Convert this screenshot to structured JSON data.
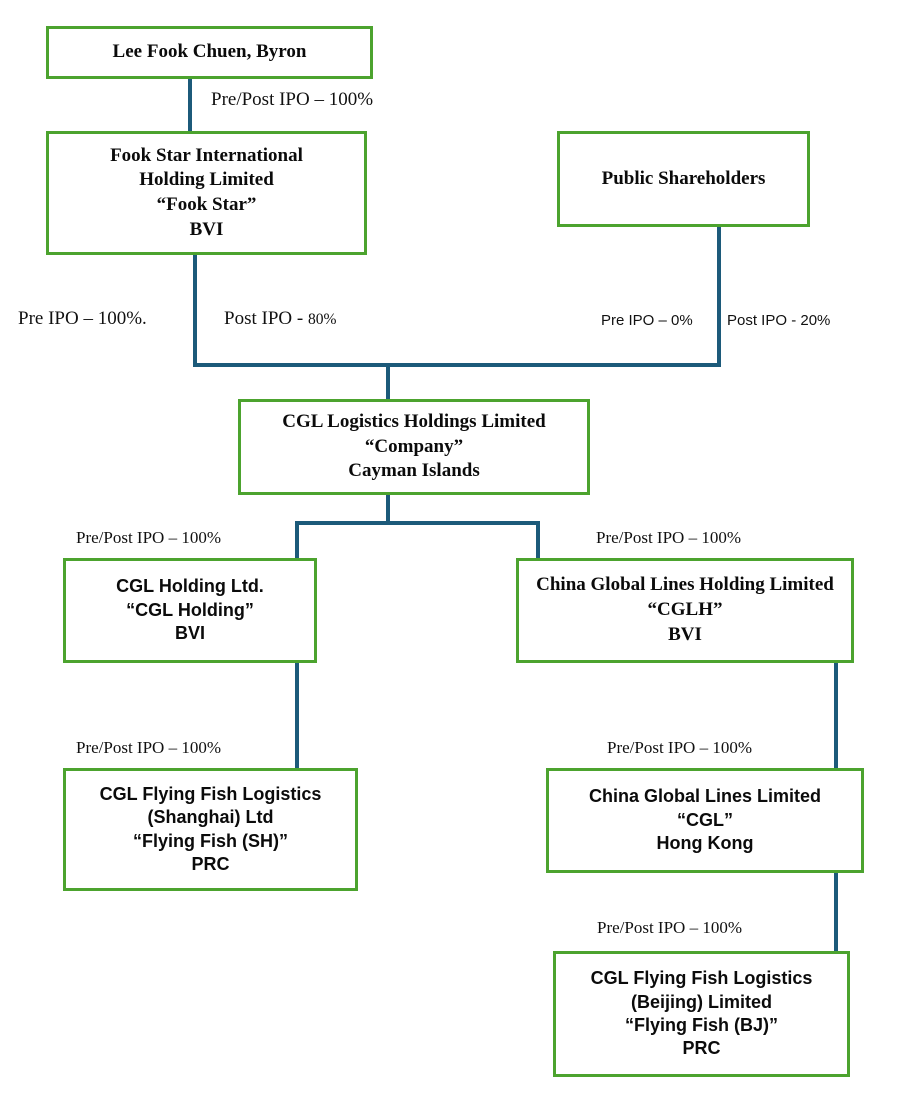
{
  "diagram": {
    "title": "CGL Logistics Holdings Limited corporate structure",
    "accent_border_color": "#4CA32E",
    "connector_color": "#1C5A7A",
    "text_color": "#0b0b0b",
    "background_color": "#ffffff"
  },
  "nodes": {
    "owner": {
      "lines": [
        "Lee Fook Chuen, Byron"
      ]
    },
    "fook_star": {
      "lines": [
        "Fook Star International",
        "Holding Limited",
        "“Fook Star”",
        "BVI"
      ]
    },
    "public_shareholders": {
      "lines": [
        "Public Shareholders"
      ]
    },
    "company": {
      "lines": [
        "CGL Logistics Holdings Limited",
        "“Company”",
        "Cayman Islands"
      ]
    },
    "cgl_holding": {
      "lines": [
        "CGL Holding Ltd.",
        "“CGL Holding”",
        "BVI"
      ]
    },
    "cglh": {
      "lines": [
        "China Global Lines Holding Limited",
        "“CGLH”",
        "BVI"
      ]
    },
    "flying_fish_sh": {
      "lines": [
        "CGL Flying Fish Logistics",
        "(Shanghai) Ltd",
        "“Flying Fish (SH)”",
        "PRC"
      ]
    },
    "cgl": {
      "lines": [
        "China Global Lines Limited",
        "“CGL”",
        "Hong Kong"
      ]
    },
    "flying_fish_bj": {
      "lines": [
        "CGL Flying Fish Logistics",
        "(Beijing) Limited",
        "“Flying Fish (BJ)”",
        "PRC"
      ]
    }
  },
  "edge_labels": {
    "owner_to_fook_star": "Pre/Post IPO – 100%",
    "fook_star_pre_ipo": "Pre IPO – 100%.",
    "fook_star_post_ipo_prefix": "Post IPO - ",
    "fook_star_post_ipo_value": "80%",
    "public_pre_ipo": "Pre IPO – 0%",
    "public_post_ipo": "Post IPO - 20%",
    "company_to_cgl_holding": "Pre/Post IPO – 100%",
    "company_to_cglh": "Pre/Post IPO – 100%",
    "cgl_holding_to_ff_sh": "Pre/Post IPO – 100%",
    "cglh_to_cgl": "Pre/Post IPO – 100%",
    "cgl_to_ff_bj": "Pre/Post IPO – 100%"
  }
}
